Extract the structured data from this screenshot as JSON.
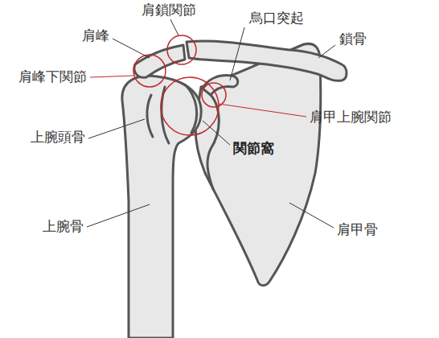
{
  "diagram": {
    "labels": [
      "肩鎖関節",
      "烏口突起",
      "肩峰",
      "鎖骨",
      "肩峰下関節",
      "肩甲上腕関節",
      "上腕頭骨",
      "関節窩",
      "上腕骨",
      "肩甲骨"
    ]
  }
}
